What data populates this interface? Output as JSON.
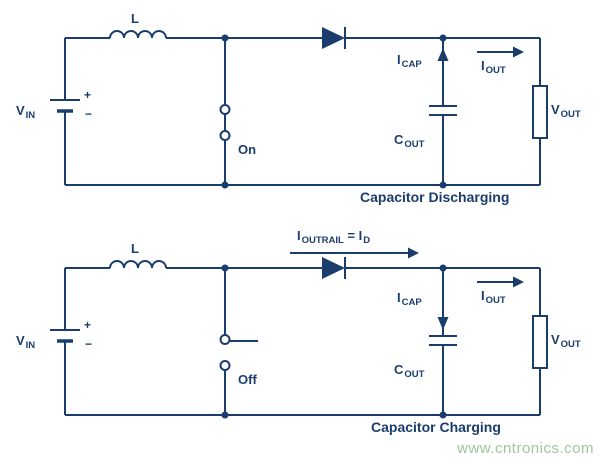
{
  "colors": {
    "line": "#1b3d6d",
    "watermark": "#9cc79a",
    "background": "#ffffff"
  },
  "watermark": "www.cntronics.com",
  "circuits": [
    {
      "caption": "Capacitor Discharging",
      "inductor": "L",
      "source": {
        "name": "V",
        "sub": "IN",
        "plus": "+",
        "minus": "−"
      },
      "switch_state": "On",
      "cap_current": {
        "name": "I",
        "sub": "CAP",
        "direction": "up"
      },
      "out_current": {
        "name": "I",
        "sub": "OUT"
      },
      "capacitor": {
        "name": "C",
        "sub": "OUT"
      },
      "load": {
        "name": "V",
        "sub": "OUT"
      }
    },
    {
      "caption": "Capacitor Charging",
      "inductor": "L",
      "rail_current": {
        "i1": "I",
        "sub1": "OUTRAIL",
        "equals": " = ",
        "i2": "I",
        "sub2": "D"
      },
      "source": {
        "name": "V",
        "sub": "IN",
        "plus": "+",
        "minus": "−"
      },
      "switch_state": "Off",
      "cap_current": {
        "name": "I",
        "sub": "CAP",
        "direction": "down"
      },
      "out_current": {
        "name": "I",
        "sub": "OUT"
      },
      "capacitor": {
        "name": "C",
        "sub": "OUT"
      },
      "load": {
        "name": "V",
        "sub": "OUT"
      }
    }
  ]
}
